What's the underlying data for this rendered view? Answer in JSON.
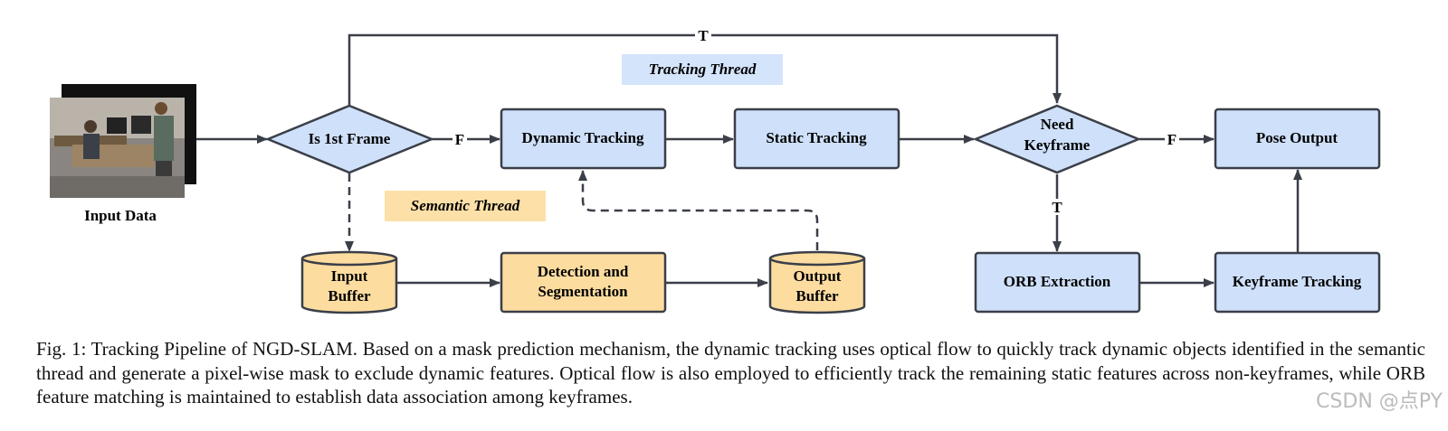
{
  "colors": {
    "blue_fill": "#cfe0fa",
    "orange_fill": "#fddca0",
    "stroke": "#3a3f48",
    "tracking_label_bg": "#d4e4fb",
    "semantic_label_bg": "#fde0a8"
  },
  "diagram": {
    "input_label": "Input Data",
    "is_first_frame": "Is 1st Frame",
    "dynamic_tracking": "Dynamic Tracking",
    "static_tracking": "Static Tracking",
    "need_keyframe": [
      "Need",
      "Keyframe"
    ],
    "pose_output": "Pose Output",
    "orb_extraction": "ORB Extraction",
    "keyframe_tracking": "Keyframe Tracking",
    "input_buffer": [
      "Input",
      "Buffer"
    ],
    "detection_segmentation": [
      "Detection and",
      "Segmentation"
    ],
    "output_buffer": [
      "Output",
      "Buffer"
    ],
    "tracking_thread": "Tracking Thread",
    "semantic_thread": "Semantic Thread",
    "label_T_top": "T",
    "label_F_left": "F",
    "label_F_right": "F",
    "label_T_down": "T"
  },
  "caption": "Fig. 1: Tracking Pipeline of NGD-SLAM. Based on a mask prediction mechanism, the dynamic tracking uses optical flow to quickly track dynamic objects identified in the semantic thread and generate a pixel-wise mask to exclude dynamic features. Optical flow is also employed to efficiently track the remaining static features across non-keyframes, while ORB feature matching is maintained to establish data association among keyframes.",
  "watermark": "CSDN @点PY"
}
